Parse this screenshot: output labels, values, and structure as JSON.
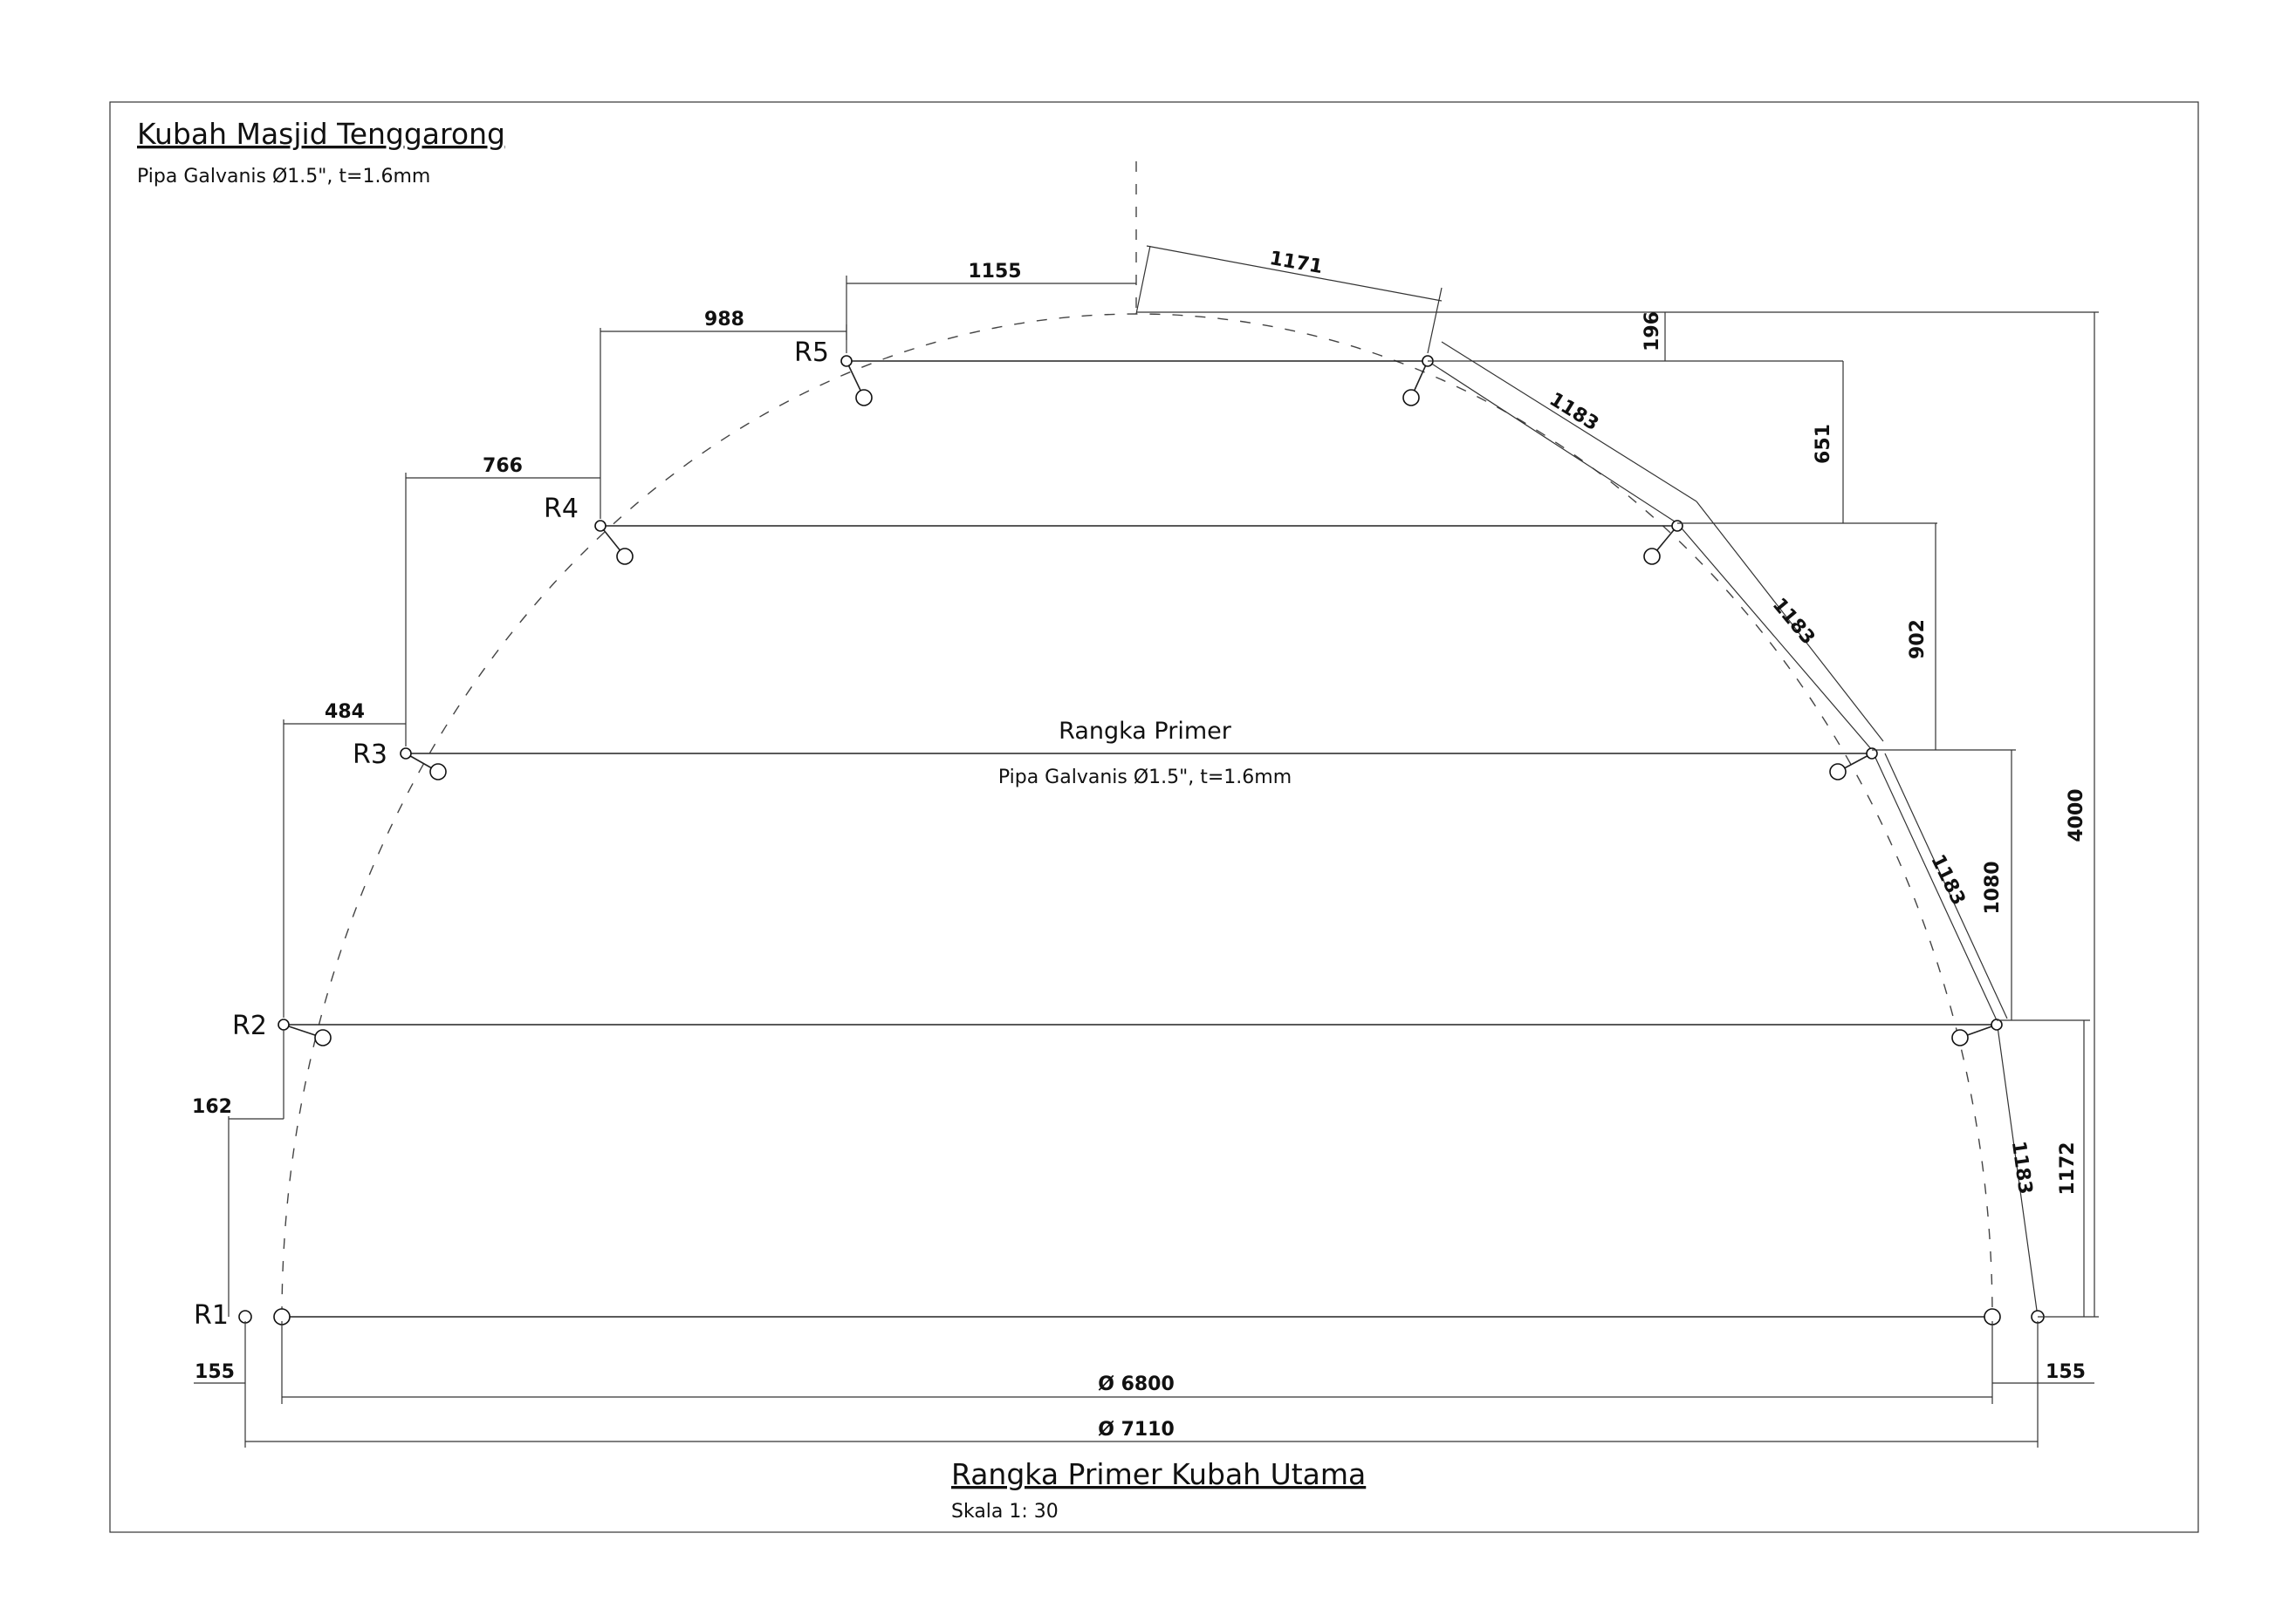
{
  "header": {
    "title": "Kubah Masjid Tenggarong",
    "subtitle": "Pipa Galvanis Ø1.5\", t=1.6mm"
  },
  "center_label": {
    "name": "Rangka Primer",
    "spec": "Pipa Galvanis Ø1.5\", t=1.6mm"
  },
  "footer": {
    "title": "Rangka Primer Kubah Utama",
    "scale": "Skala 1: 30"
  },
  "rings": {
    "r1": "R1",
    "r2": "R2",
    "r3": "R3",
    "r4": "R4",
    "r5": "R5"
  },
  "dims": {
    "top_offset_1155": "1155",
    "top_offset_988": "988",
    "top_offset_766": "766",
    "top_offset_484": "484",
    "left_offset_162": "162",
    "bottom_left_155": "155",
    "bottom_right_155": "155",
    "diameter_inner": "Ø 6800",
    "diameter_outer": "Ø 7110",
    "arc_1171": "1171",
    "arc_1183_a": "1183",
    "arc_1183_b": "1183",
    "arc_1183_c": "1183",
    "arc_1183_d": "1183",
    "height_196": "196",
    "height_651": "651",
    "height_902": "902",
    "height_1080": "1080",
    "height_1172": "1172",
    "height_total": "4000"
  },
  "colors": {
    "line": "#222222",
    "paper": "#ffffff"
  }
}
